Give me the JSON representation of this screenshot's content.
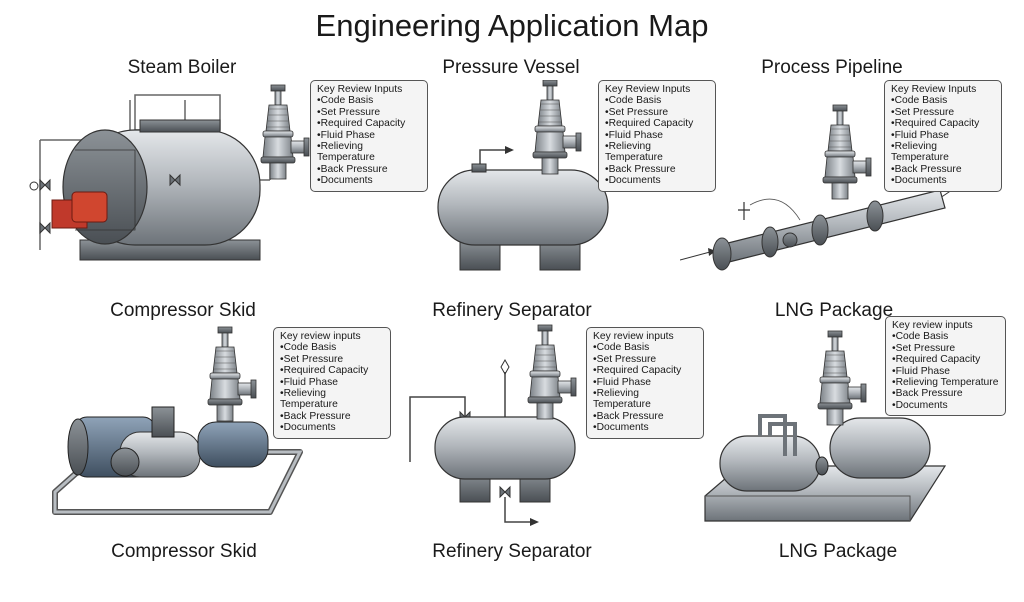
{
  "title": "Engineering Application Map",
  "colors": {
    "metal": "#a9aeb3",
    "metal_dark": "#5f656b",
    "burner": "#c0392b",
    "line": "#333333",
    "callout_bg": "#f4f4f4"
  },
  "cards": [
    {
      "id": "steam-boiler",
      "label": "Steam Boiler",
      "callout": {
        "heading": "Key Review Inputs",
        "items": [
          "Code Basis",
          "Set Pressure",
          "Required Capacity",
          "Fluid Phase",
          "Relieving Temperature",
          "Back Pressure",
          "Documents"
        ]
      }
    },
    {
      "id": "pressure-vessel",
      "label": "Pressure Vessel",
      "callout": {
        "heading": "Key Review Inputs",
        "items": [
          "Code Basis",
          "Set Pressure",
          "Required Capacity",
          "Fluid Phase",
          "Relieving Temperature",
          "Back Pressure",
          "Documents"
        ]
      }
    },
    {
      "id": "process-pipeline",
      "label": "Process Pipeline",
      "callout": {
        "heading": "Key Review Inputs",
        "items": [
          "Code Basis",
          "Set Pressure",
          "Required Capacity",
          "Fluid Phase",
          "Relieving Temperature",
          "Back Pressure",
          "Documents"
        ]
      }
    },
    {
      "id": "compressor-skid",
      "label": "Compressor Skid",
      "caption": "Compressor Skid",
      "callout": {
        "heading": "Key review inputs",
        "items": [
          "Code Basis",
          "Set Pressure",
          "Required Capacity",
          "Fluid Phase",
          "Relieving Temperature",
          "Back Pressure",
          "Documents"
        ]
      }
    },
    {
      "id": "refinery-separator",
      "label": "Refinery Separator",
      "caption": "Refinery Separator",
      "callout": {
        "heading": "Key review inputs",
        "items": [
          "Code Basis",
          "Set Pressure",
          "Required Capacity",
          "Fluid Phase",
          "Relieving Temperature",
          "Back Pressure",
          "Documents"
        ]
      }
    },
    {
      "id": "lng-package",
      "label": "LNG Package",
      "caption": "LNG Package",
      "callout": {
        "heading": "Key review inputs",
        "items": [
          "Code Basis",
          "Set Pressure",
          "Required Capacity",
          "Fluid Phase",
          "Relieving Temperature",
          "Back Pressure",
          "Documents"
        ]
      }
    }
  ]
}
